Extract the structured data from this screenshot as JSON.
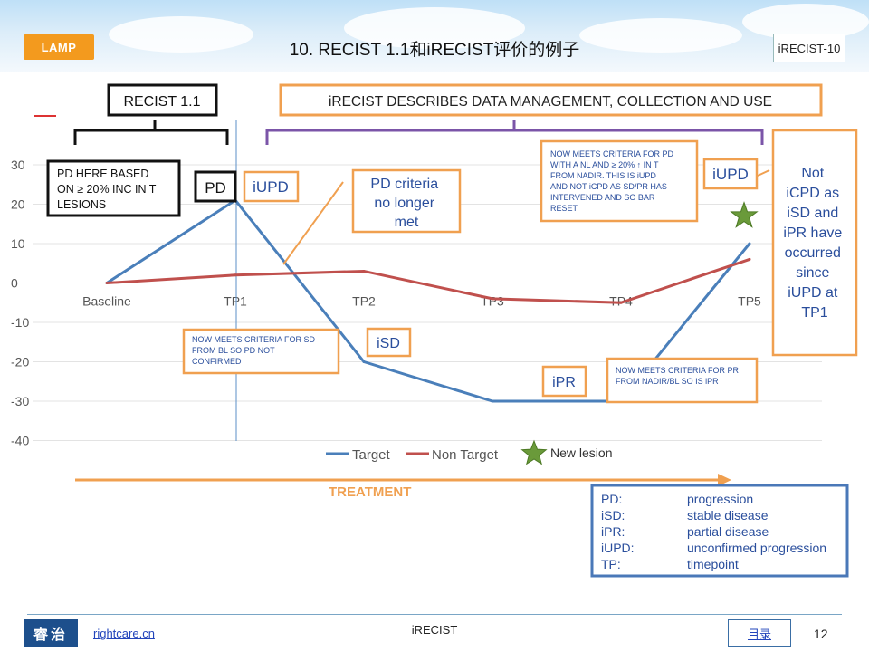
{
  "header": {
    "badge": "LAMP",
    "title": "10. RECIST 1.1和iRECIST评价的例子",
    "tag": "iRECIST-10"
  },
  "footer": {
    "logo": "睿治",
    "site": "rightcare.cn",
    "center": "iRECIST",
    "toc": "目录",
    "page": "12"
  },
  "colors": {
    "target": "#4a7fba",
    "nontarget": "#c0504d",
    "orange": "#f0a050",
    "purple": "#7b55a8",
    "star": "#6a9a3a",
    "blue_box": "#4a78b8"
  },
  "chart_data": {
    "type": "line",
    "categories": [
      "Baseline",
      "TP1",
      "TP2",
      "TP3",
      "TP4",
      "TP5"
    ],
    "yticks": [
      "30",
      "20",
      "10",
      "0",
      "-10",
      "-20",
      "-30",
      "-40"
    ],
    "ylim": [
      -40,
      30
    ],
    "series": [
      {
        "name": "Target",
        "values": [
          0,
          21,
          -20,
          -30,
          -30,
          10
        ]
      },
      {
        "name": "Non Target",
        "values": [
          0,
          2,
          3,
          -4,
          -5,
          6
        ]
      }
    ],
    "legend": {
      "target": "Target",
      "nontarget": "Non Target",
      "newlesion": "New lesion"
    },
    "new_lesion": {
      "x": "TP5",
      "y": 17
    },
    "labels": {
      "recist": "RECIST 1.1",
      "irecist": "iRECIST DESCRIBES DATA MANAGEMENT, COLLECTION AND USE",
      "pd_note": [
        "PD HERE BASED",
        "ON ≥ 20% INC IN T",
        "LESIONS"
      ],
      "pd": "PD",
      "iupd1": "iUPD",
      "pd_criteria": [
        "PD criteria",
        "no longer",
        "met"
      ],
      "meets_pd": [
        "NOW MEETS CRITERIA FOR PD",
        "WITH A NL AND ≥ 20% ↑ IN T",
        "FROM NADIR.  THIS IS iUPD",
        "AND NOT iCPD AS SD/PR HAS",
        "INTERVENED AND SO BAR",
        "RESET"
      ],
      "iupd2": "iUPD",
      "not_icpd": [
        "Not",
        "iCPD as",
        "iSD and",
        "iPR have",
        "occurred",
        "since",
        "iUPD at",
        "TP1"
      ],
      "sd_note": [
        "NOW MEETS CRITERIA FOR SD",
        "FROM BL SO PD NOT",
        "CONFIRMED"
      ],
      "isd": "iSD",
      "ipr": "iPR",
      "pr_note": [
        "NOW MEETS CRITERIA FOR PR",
        "FROM NADIR/BL SO IS iPR"
      ],
      "treatment": "TREATMENT"
    },
    "glossary": [
      {
        "term": "PD:",
        "def": "progression"
      },
      {
        "term": "iSD:",
        "def": "stable disease"
      },
      {
        "term": "iPR:",
        "def": "partial disease"
      },
      {
        "term": "iUPD:",
        "def": "unconfirmed progression"
      },
      {
        "term": "TP:",
        "def": "timepoint"
      }
    ]
  }
}
